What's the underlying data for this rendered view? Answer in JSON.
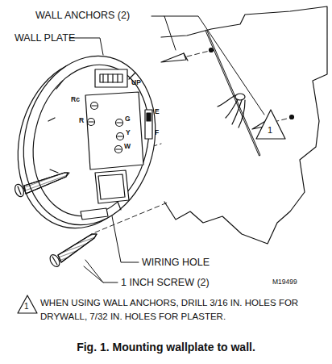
{
  "diagram": {
    "caption": "Fig. 1. Mounting wallplate to wall.",
    "labels": [
      "WALL ANCHORS (2)",
      "WALL PLATE",
      "1",
      "Rc",
      "R",
      "G",
      "Y",
      "W",
      "UP",
      "E",
      "F",
      "WIRING HOLE",
      "1 INCH SCREW (2)",
      "M19499",
      "1",
      "WHEN USING WALL ANCHORS, DRILL 3/16 IN. HOLES FOR DRYWALL, 7/32 IN. HOLES FOR PLASTER."
    ]
  }
}
